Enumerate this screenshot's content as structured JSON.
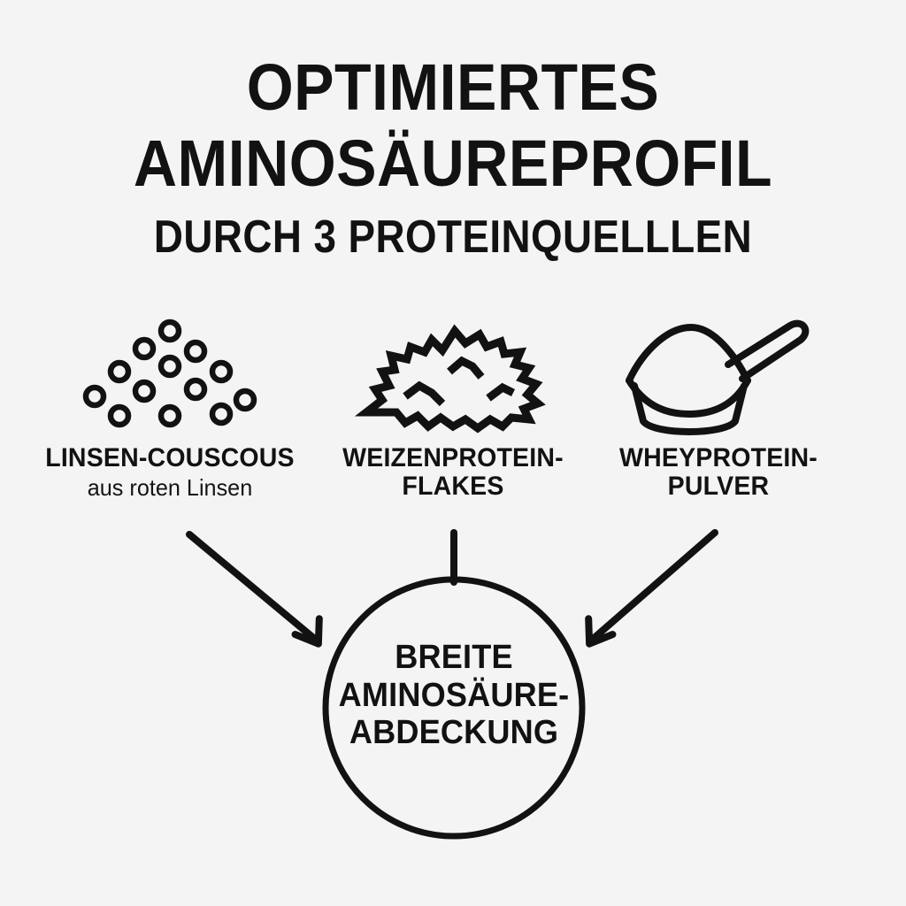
{
  "background_color": "#f4f4f4",
  "ink_color": "#121212",
  "header": {
    "title_line_1": "OPTIMIERTES",
    "title_line_2": "AMINOSÄUREPROFIL",
    "subtitle": "DURCH 3 PROTEINQUELLLEN"
  },
  "sources": [
    {
      "id": "lentils",
      "icon": "lentil-grains-icon",
      "label": "LINSEN-COUSCOUS",
      "sublabel": "aus roten Linsen"
    },
    {
      "id": "flakes",
      "icon": "protein-flakes-pile-icon",
      "label": "WEIZENPROTEIN-\nFLAKES",
      "sublabel": ""
    },
    {
      "id": "whey",
      "icon": "measuring-scoop-icon",
      "label": "WHEYPROTEIN-\nPULVER",
      "sublabel": ""
    }
  ],
  "result": {
    "text": "BREITE\nAMINOSÄURE-\nABDECKUNG",
    "shape": "circle"
  },
  "connectors": [
    {
      "from": "lentils",
      "to": "result",
      "kind": "arrow-down-right"
    },
    {
      "from": "flakes",
      "to": "result",
      "kind": "line-vertical"
    },
    {
      "from": "whey",
      "to": "result",
      "kind": "arrow-down-left"
    }
  ]
}
